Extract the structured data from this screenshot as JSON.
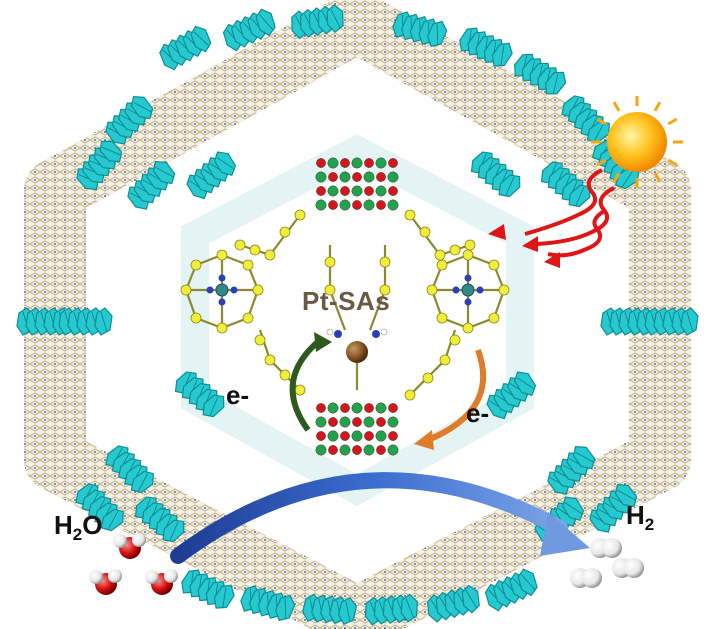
{
  "labels": {
    "catalyst": "Pt-SAs",
    "electron_left": "e-",
    "electron_right": "e-",
    "reactant_main": "H",
    "reactant_sub": "2",
    "reactant_tail": "O",
    "product_main": "H",
    "product_sub": "2"
  },
  "icons": [
    "sun-icon",
    "light-rays-icon",
    "water-molecule-icon",
    "hydrogen-molecule-icon",
    "electron-transfer-arrow",
    "reaction-arrow"
  ],
  "colors": {
    "polyhedra": "#25c9cf",
    "linker": "#c9b98a",
    "cluster_red": "#d4151c",
    "cluster_green": "#22a24a",
    "sulfur_yellow": "#f0ee3a",
    "pt_brown": "#8a5a2a",
    "electron_arrow_left": "#2f5a1e",
    "electron_arrow_right": "#e07b2a",
    "reaction_arrow": "#2f5dbb",
    "light_ray": "#e01515",
    "sun": "#f6a613"
  }
}
